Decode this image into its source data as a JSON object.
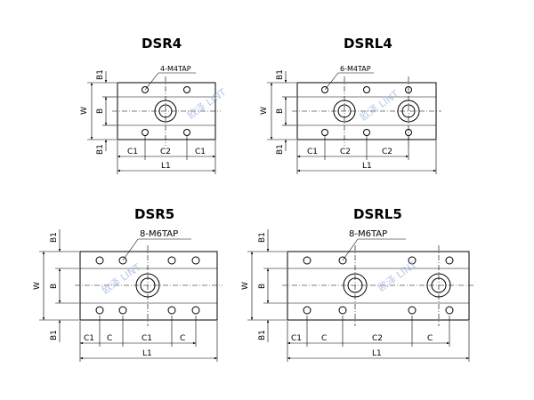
{
  "drawings": {
    "dsr4": {
      "title": "DSR4",
      "tap": "4-M4TAP",
      "w": "W",
      "b": "B",
      "b1_top": "B1",
      "b1_bot": "B1",
      "c1a": "C1",
      "c2": "C2",
      "c1b": "C1",
      "l1": "L1",
      "watermark": "欧泽 LINT"
    },
    "dsrl4": {
      "title": "DSRL4",
      "tap": "6-M4TAP",
      "w": "W",
      "b": "B",
      "b1_top": "B1",
      "b1_bot": "B1",
      "c1a": "C1",
      "c2a": "C2",
      "c2b": "C2",
      "l1": "L1",
      "watermark": "欧泽 LINT"
    },
    "dsr5": {
      "title": "DSR5",
      "tap": "8-M6TAP",
      "w": "W",
      "b": "B",
      "b1_top": "B1",
      "b1_bot": "B1",
      "c1a": "C1",
      "ca": "C",
      "c1b": "C1",
      "cb": "C",
      "l1": "L1",
      "watermark": "欧泽 LINT"
    },
    "dsrl5": {
      "title": "DSRL5",
      "tap": "8-M6TAP",
      "w": "W",
      "b": "B",
      "b1_top": "B1",
      "b1_bot": "B1",
      "c1a": "C1",
      "ca": "C",
      "c2": "C2",
      "cb": "C",
      "l1": "L1",
      "watermark": "欧泽 LINT"
    }
  },
  "colors": {
    "line": "#000000",
    "watermark": "#9fb4e0"
  }
}
